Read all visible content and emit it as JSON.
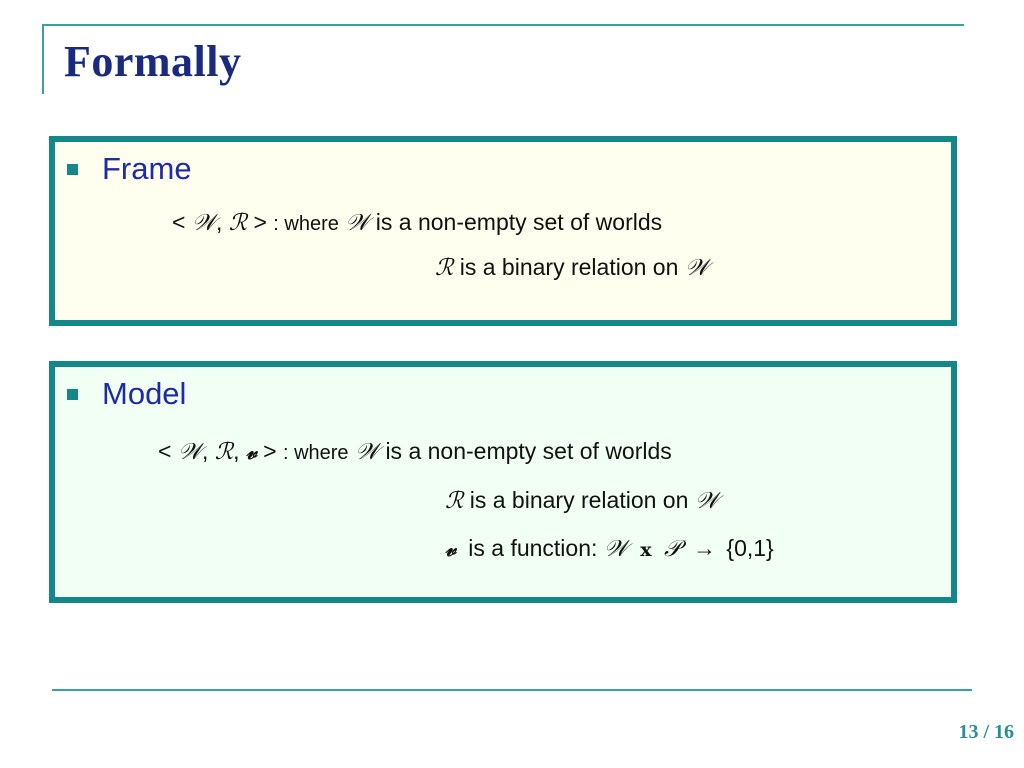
{
  "slide": {
    "title": "Formally",
    "page_number": "13 / 16"
  },
  "frame": {
    "heading": "Frame",
    "tuple_open": "<",
    "tuple_close": ">",
    "sym_W": "𝒲",
    "sym_R": "ℛ",
    "comma": ",",
    "colon_where": ": where",
    "line1_rest": "is a non-empty set of worlds",
    "line2_rest": "is a binary relation on"
  },
  "model": {
    "heading": "Model",
    "tuple_open": "<",
    "tuple_close": ">",
    "sym_W": "𝒲",
    "sym_R": "ℛ",
    "sym_v": "𝓋",
    "sym_P": "𝒫",
    "comma": ",",
    "colon_where": ": where",
    "line1_rest": "is a non-empty set of worlds",
    "line2_rest": "is a binary relation on",
    "line3_mid": "is a function:",
    "times": "x",
    "arrow": "→",
    "codomain": "{0,1}"
  },
  "colors": {
    "accent_teal": "#13878a",
    "rule_teal": "#3aa0a4",
    "title_navy": "#1a2a80",
    "heading_blue": "#1f2aa8",
    "frame_bg": "#fffff0",
    "model_bg": "#f2fff4"
  },
  "icons": {
    "bullet": "square-bullet-icon"
  }
}
